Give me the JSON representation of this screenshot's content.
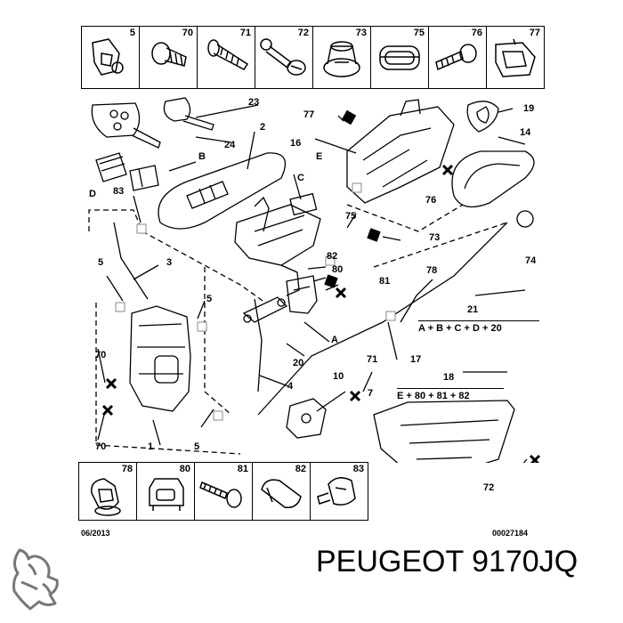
{
  "top_row_parts": [
    "5",
    "70",
    "71",
    "72",
    "73",
    "75",
    "76",
    "77"
  ],
  "bottom_row_parts": [
    "78",
    "80",
    "81",
    "82",
    "83"
  ],
  "callouts": {
    "c23": "23",
    "c24": "24",
    "c2": "2",
    "cB": "B",
    "cC": "C",
    "cD": "D",
    "c83": "83",
    "cE": "E",
    "c16": "16",
    "c77": "77",
    "c19": "19",
    "c14": "14",
    "c76": "76",
    "c75": "75",
    "c73": "73",
    "c74": "74",
    "c82": "82",
    "c80": "80",
    "c81": "81",
    "c78": "78",
    "c5a": "5",
    "c3": "3",
    "c5b": "5",
    "cA": "A",
    "c70a": "70",
    "c70b": "70",
    "c20": "20",
    "c4": "4",
    "c10": "10",
    "c71": "71",
    "c7": "7",
    "c17": "17",
    "c1": "1",
    "c5c": "5",
    "c72": "72"
  },
  "formula_21": {
    "number": "21",
    "expression": "A + B + C + D + 20"
  },
  "formula_18": {
    "number": "18",
    "expression": "E + 80 + 81 + 82"
  },
  "footer": {
    "date": "06/2013",
    "ref": "00027184"
  },
  "brand": {
    "text": "PEUGEOT 9170JQ",
    "logo_icon": "peugeot-lion-logo"
  }
}
